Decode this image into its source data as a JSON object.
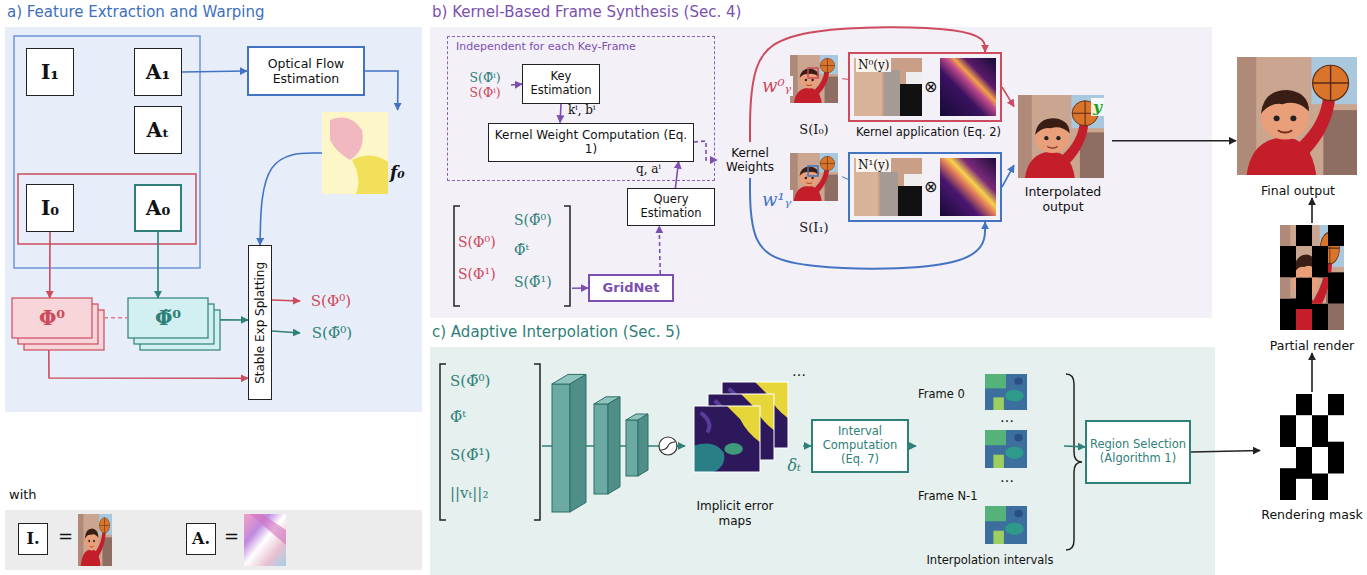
{
  "diagram": {
    "nodes": [
      {
        "text": [
          "a) Feature Extraction and Warping"
        ]
      },
      {
        "text": [
          "I₁"
        ],
        "in": 0
      },
      {
        "text": [
          "A₁"
        ],
        "in": 0
      },
      {
        "text": [
          "Aₜ"
        ],
        "in": 0
      },
      {
        "text": [
          "I₀"
        ],
        "in": 0
      },
      {
        "text": [
          "A₀"
        ],
        "in": 0
      },
      {
        "text": [
          "Optical Flow Estimation"
        ],
        "in": 0
      },
      {
        "text": [
          "f₀"
        ],
        "in": 0
      },
      {
        "text": [
          "Φ⁰"
        ],
        "in": 0
      },
      {
        "text": [
          "Φ̃⁰"
        ],
        "in": 0
      },
      {
        "text": [
          "Stable Exp Splatting"
        ],
        "in": 0
      },
      {
        "text": [
          "S(Φ⁰)"
        ],
        "in": 0
      },
      {
        "text": [
          "S(Φ̃⁰)"
        ],
        "in": 0
      },
      {
        "text": [
          "with"
        ]
      },
      {
        "text": [
          "I."
        ],
        "in": 13
      },
      {
        "text": [
          "A."
        ],
        "in": 13
      },
      {
        "text": [
          "b) Kernel-Based Frame Synthesis (Sec. 4)"
        ]
      },
      {
        "text": [
          "Independent for each Key-Frame"
        ],
        "in": 16
      },
      {
        "text": [
          "S(Φ̃ⁱ)",
          "S(Φⁱ)"
        ],
        "in": 17
      },
      {
        "text": [
          "Key Estimation"
        ],
        "in": 17
      },
      {
        "text": [
          "Kernel Weight Computation (Eq. 1)"
        ],
        "in": 17
      },
      {
        "text": [
          "S(Φ⁰)",
          "S(Φ¹)",
          "S(Φ̃⁰)",
          "Φ̃ᵗ",
          "S(Φ̃¹)"
        ],
        "in": 16
      },
      {
        "text": [
          "GridNet"
        ],
        "in": 16
      },
      {
        "text": [
          "Query Estimation"
        ],
        "in": 16
      },
      {
        "text": [
          "Kernel Weights"
        ],
        "in": 16
      },
      {
        "text": [
          "S(I₀)"
        ],
        "in": 16
      },
      {
        "text": [
          "S(I₁)"
        ],
        "in": 16
      },
      {
        "text": [
          "N⁰(y)"
        ],
        "in": 16
      },
      {
        "text": [
          "N¹(y)"
        ],
        "in": 16
      },
      {
        "text": [
          "y",
          "Interpolated output"
        ],
        "in": 16
      },
      {
        "text": [
          "c) Adaptive Interpolation (Sec. 5)"
        ]
      },
      {
        "text": [
          "S(Φ̃⁰)",
          "Φ̃ᵗ",
          "S(Φ̃¹)",
          "||vₜ||₂"
        ],
        "in": 30
      },
      {
        "text": [
          "Implicit error maps",
          "δₜ"
        ],
        "in": 30
      },
      {
        "text": [
          "Interval Computation (Eq. 7)"
        ],
        "in": 30
      },
      {
        "text": [
          "Frame 0",
          "Frame N-1",
          "Interpolation intervals"
        ],
        "in": 30
      },
      {
        "text": [
          "Region Selection (Algorithm 1)"
        ],
        "in": 30
      },
      {
        "text": [
          "Final output"
        ]
      },
      {
        "text": [
          "Partial render"
        ]
      },
      {
        "text": [
          "Rendering mask"
        ]
      }
    ],
    "edges": [
      {
        "from": 2,
        "to": 6,
        "arrow": "to"
      },
      {
        "from": 6,
        "to": 7,
        "arrow": "to"
      },
      {
        "from": 7,
        "to": 10,
        "arrow": "to"
      },
      {
        "from": 4,
        "to": 8,
        "arrow": "to"
      },
      {
        "from": 5,
        "to": 9,
        "arrow": "to"
      },
      {
        "from": 8,
        "to": 9,
        "arrow": "none"
      },
      {
        "from": 8,
        "to": 10,
        "arrow": "to"
      },
      {
        "from": 9,
        "to": 10,
        "arrow": "to"
      },
      {
        "from": 10,
        "to": 11,
        "arrow": "to"
      },
      {
        "from": 10,
        "to": 12,
        "arrow": "to"
      },
      {
        "from": 18,
        "to": 19,
        "arrow": "to"
      },
      {
        "from": 19,
        "to": 20,
        "arrow": "to",
        "label": "kⁱ, bⁱ"
      },
      {
        "from": 21,
        "to": 22,
        "arrow": "to"
      },
      {
        "from": 22,
        "to": 23,
        "arrow": "to"
      },
      {
        "from": 23,
        "to": 20,
        "arrow": "to",
        "label": "q, aⁱ"
      },
      {
        "from": 20,
        "to": 24,
        "arrow": "to"
      },
      {
        "from": 24,
        "to": 27,
        "arrow": "to",
        "label": "w⁰ᵧ"
      },
      {
        "from": 24,
        "to": 28,
        "arrow": "to",
        "label": "w¹ᵧ"
      },
      {
        "from": 25,
        "to": 27,
        "arrow": "none"
      },
      {
        "from": 26,
        "to": 28,
        "arrow": "none"
      },
      {
        "from": 27,
        "to": 29,
        "arrow": "to"
      },
      {
        "from": 28,
        "to": 29,
        "arrow": "to"
      },
      {
        "from": 29,
        "to": 36,
        "arrow": "to"
      },
      {
        "from": 31,
        "to": 32,
        "arrow": "to"
      },
      {
        "from": 32,
        "to": 33,
        "arrow": "to"
      },
      {
        "from": 33,
        "to": 34,
        "arrow": "to"
      },
      {
        "from": 34,
        "to": 35,
        "arrow": "to"
      },
      {
        "from": 35,
        "to": 38,
        "arrow": "to"
      },
      {
        "from": 38,
        "to": 37,
        "arrow": "to"
      },
      {
        "from": 37,
        "to": 36,
        "arrow": "to"
      }
    ],
    "labels": [
      "=",
      "=",
      "⊗",
      "Kernel application (Eq. 2)",
      "⊗",
      "…",
      "…",
      "…"
    ]
  }
}
